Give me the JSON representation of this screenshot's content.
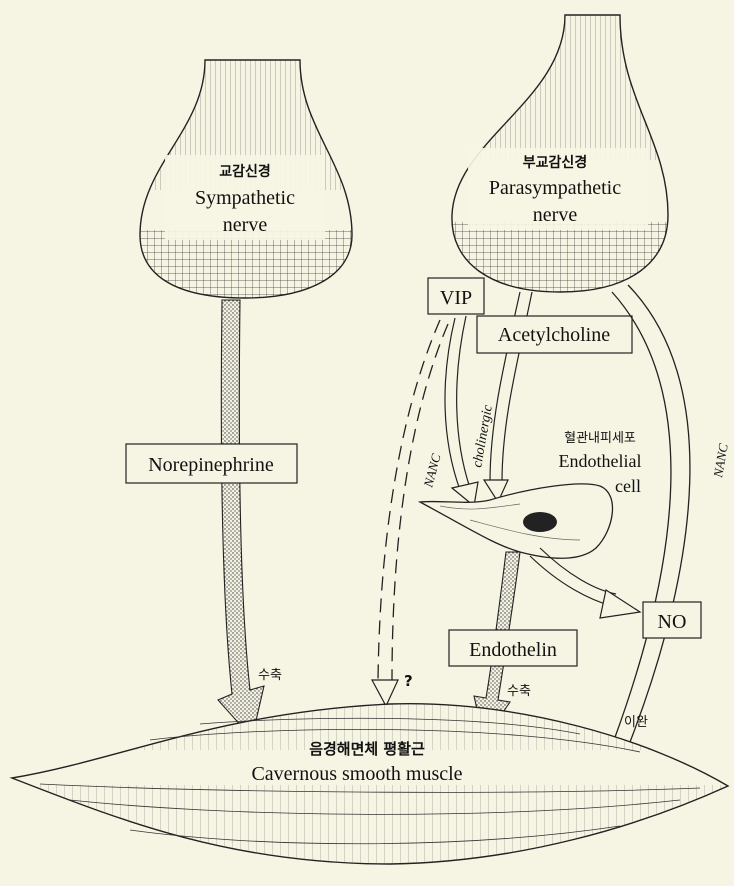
{
  "sympathetic": {
    "label_ko": "교감신경",
    "label_en_1": "Sympathetic",
    "label_en_2": "nerve"
  },
  "parasympathetic": {
    "label_ko": "부교감신경",
    "label_en_1": "Parasympathetic",
    "label_en_2": "nerve"
  },
  "transmitters": {
    "norepinephrine": "Norepinephrine",
    "vip": "VIP",
    "acetylcholine": "Acetylcholine",
    "endothelin": "Endothelin",
    "no": "NO"
  },
  "pathways": {
    "nanc_left": "NANC",
    "cholinergic": "cholinergic",
    "nanc_right": "NANC"
  },
  "endothelial_cell": {
    "label_ko": "혈관내피세포",
    "label_en_1": "Endothelial",
    "label_en_2": "cell"
  },
  "effects": {
    "contraction_left": "수축",
    "unknown": "?",
    "contraction_right": "수축",
    "relaxation": "이완"
  },
  "muscle": {
    "label_ko": "음경해면체 평활근",
    "label_en": "Cavernous smooth muscle"
  }
}
